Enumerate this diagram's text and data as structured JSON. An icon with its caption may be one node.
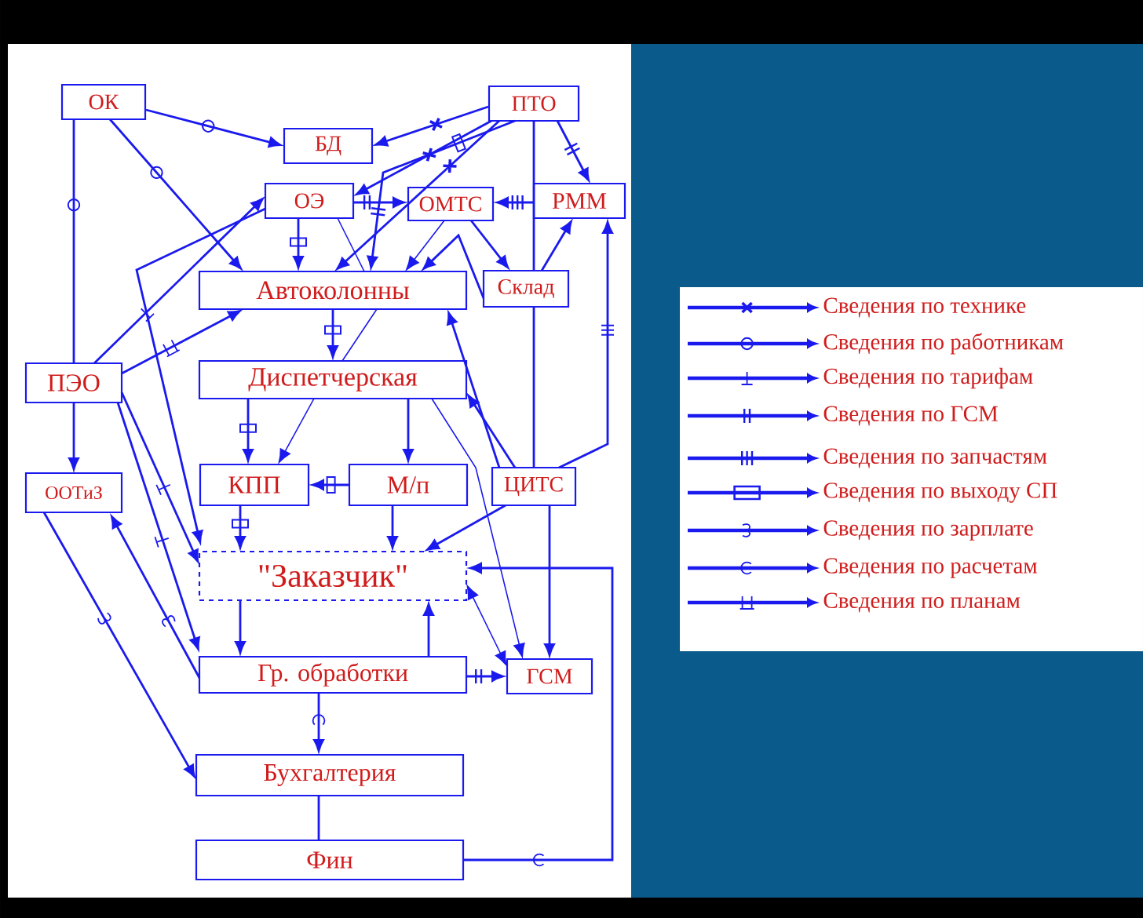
{
  "diagram": {
    "nodes": [
      {
        "text": [
          "ОК"
        ]
      },
      {
        "text": [
          "БД"
        ]
      },
      {
        "text": [
          "ПТО"
        ]
      },
      {
        "text": [
          "ОЭ"
        ]
      },
      {
        "text": [
          "ОМТС"
        ]
      },
      {
        "text": [
          "РММ"
        ]
      },
      {
        "text": [
          "Автоколонны"
        ]
      },
      {
        "text": [
          "Склад"
        ]
      },
      {
        "text": [
          "ПЭО"
        ]
      },
      {
        "text": [
          "Диспетчерская"
        ]
      },
      {
        "text": [
          "ООТиЗ"
        ]
      },
      {
        "text": [
          "КПП"
        ]
      },
      {
        "text": [
          "М/п"
        ]
      },
      {
        "text": [
          "ЦИТС"
        ]
      },
      {
        "text": [
          "\"Заказчик\""
        ]
      },
      {
        "text": [
          "Гр. обработки"
        ]
      },
      {
        "text": [
          "ГСМ"
        ]
      },
      {
        "text": [
          "Бухгалтерия"
        ]
      },
      {
        "text": [
          "Фин"
        ]
      }
    ],
    "edges": [
      {
        "from": 0,
        "to": 1,
        "arrow": "to"
      },
      {
        "from": 0,
        "to": 6,
        "arrow": "to"
      },
      {
        "from": 0,
        "to": 8,
        "arrow": "none"
      },
      {
        "from": 2,
        "to": 1,
        "arrow": "to"
      },
      {
        "from": 2,
        "to": 3,
        "arrow": "to"
      },
      {
        "from": 2,
        "to": 6,
        "arrow": "to"
      },
      {
        "from": 2,
        "to": 6,
        "arrow": "to"
      },
      {
        "from": 2,
        "to": 5,
        "arrow": "to"
      },
      {
        "from": 2,
        "to": 7,
        "arrow": "none"
      },
      {
        "from": 3,
        "to": 4,
        "arrow": "to"
      },
      {
        "from": 5,
        "to": 4,
        "arrow": "to"
      },
      {
        "from": 4,
        "to": 7,
        "arrow": "to"
      },
      {
        "from": 4,
        "to": 6,
        "arrow": "to"
      },
      {
        "from": 7,
        "to": 6,
        "arrow": "to"
      },
      {
        "from": 7,
        "to": 5,
        "arrow": "to"
      },
      {
        "from": 7,
        "to": 13,
        "arrow": "none"
      },
      {
        "from": 3,
        "to": 6,
        "arrow": "to"
      },
      {
        "from": 3,
        "to": 6,
        "arrow": "none"
      },
      {
        "from": 8,
        "to": 3,
        "arrow": "to"
      },
      {
        "from": 8,
        "to": 6,
        "arrow": "to"
      },
      {
        "from": 3,
        "to": 14,
        "arrow": "to"
      },
      {
        "from": 8,
        "to": 14,
        "arrow": "to"
      },
      {
        "from": 8,
        "to": 15,
        "arrow": "to"
      },
      {
        "from": 8,
        "to": 10,
        "arrow": "to"
      },
      {
        "from": 10,
        "to": 17,
        "arrow": "to"
      },
      {
        "from": 15,
        "to": 10,
        "arrow": "to"
      },
      {
        "from": 6,
        "to": 9,
        "arrow": "to"
      },
      {
        "from": 6,
        "to": 9,
        "arrow": "none"
      },
      {
        "from": 9,
        "to": 16,
        "arrow": "to"
      },
      {
        "from": 9,
        "to": 11,
        "arrow": "to"
      },
      {
        "from": 9,
        "to": 11,
        "arrow": "to"
      },
      {
        "from": 9,
        "to": 12,
        "arrow": "to"
      },
      {
        "from": 12,
        "to": 11,
        "arrow": "to"
      },
      {
        "from": 11,
        "to": 14,
        "arrow": "to"
      },
      {
        "from": 12,
        "to": 14,
        "arrow": "to"
      },
      {
        "from": 13,
        "to": 14,
        "arrow": "to"
      },
      {
        "from": 13,
        "to": 9,
        "arrow": "to"
      },
      {
        "from": 13,
        "to": 6,
        "arrow": "to"
      },
      {
        "from": 13,
        "to": 5,
        "arrow": "to"
      },
      {
        "from": 13,
        "to": 16,
        "arrow": "to"
      },
      {
        "from": 14,
        "to": 15,
        "arrow": "to"
      },
      {
        "from": 15,
        "to": 14,
        "arrow": "to"
      },
      {
        "from": 15,
        "to": 16,
        "arrow": "to"
      },
      {
        "from": 15,
        "to": 17,
        "arrow": "to"
      },
      {
        "from": 17,
        "to": 18,
        "arrow": "none"
      },
      {
        "from": 18,
        "to": 14,
        "arrow": "to"
      },
      {
        "from": 14,
        "to": 16,
        "arrow": "both"
      }
    ],
    "legend": [
      {
        "text": "Сведения по технике"
      },
      {
        "text": "Сведения по работникам"
      },
      {
        "text": "Сведения по тарифам"
      },
      {
        "text": "Сведения по ГСМ"
      },
      {
        "text": "Сведения по запчастям"
      },
      {
        "text": "Сведения по выходу СП"
      },
      {
        "text": "Сведения по зарплате"
      },
      {
        "text": "Сведения по расчетам"
      },
      {
        "text": "Сведения по планам"
      }
    ]
  }
}
